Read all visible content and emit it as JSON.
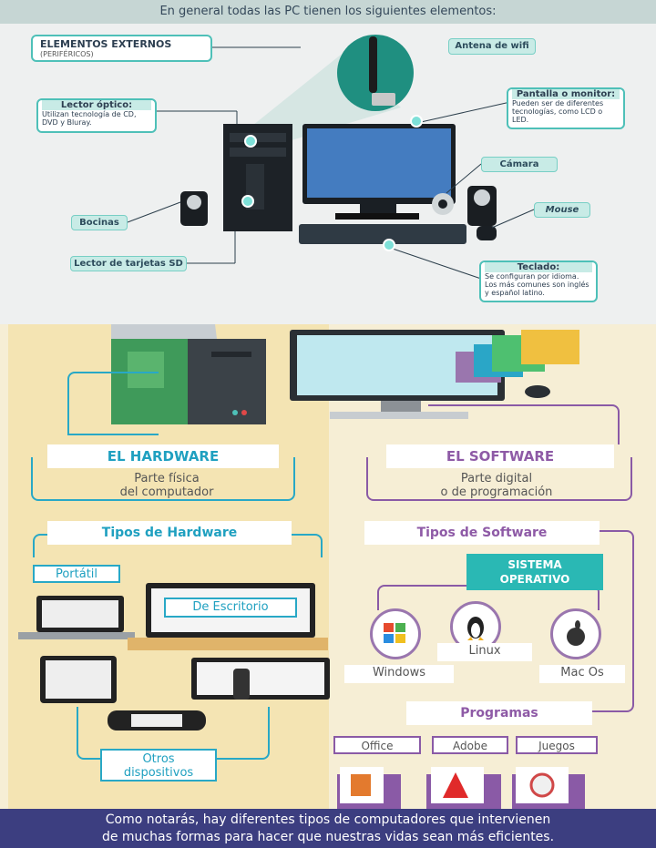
{
  "top": {
    "header": "En general todas las PC tienen los siguientes elementos:",
    "externos_title": "ELEMENTOS EXTERNOS",
    "externos_sub": "(PERIFÉRICOS)",
    "antena": "Antena de wifi",
    "lector_optico_title": "Lector óptico:",
    "lector_optico_text": "Utilizan tecnología de CD, DVD y Bluray.",
    "pantalla_title": "Pantalla o monitor:",
    "pantalla_text": "Pueden ser de diferentes tecnologías, como LCD o LED.",
    "camara": "Cámara",
    "bocinas": "Bocinas",
    "mouse": "Mouse",
    "lector_sd": "Lector de tarjetas SD",
    "teclado_title": "Teclado:",
    "teclado_text": "Se configuran por idioma. Los más comunes son inglés y español latino."
  },
  "hardware": {
    "title": "EL HARDWARE",
    "subtitle_1": "Parte física",
    "subtitle_2": "del computador",
    "tipos": "Tipos de Hardware",
    "portatil": "Portátil",
    "escritorio": "De Escritorio",
    "otros_1": "Otros",
    "otros_2": "dispositivos"
  },
  "software": {
    "title": "EL SOFTWARE",
    "subtitle_1": "Parte digital",
    "subtitle_2": "o de programación",
    "tipos": "Tipos de Software",
    "so_1": "SISTEMA",
    "so_2": "OPERATIVO",
    "windows": "Windows",
    "linux": "Linux",
    "macos": "Mac Os",
    "programas": "Programas",
    "office": "Office",
    "adobe": "Adobe",
    "juegos": "Juegos"
  },
  "footer": {
    "line_1": "Como notarás, hay diferentes tipos de computadores que intervienen",
    "line_2": "de muchas formas para hacer que nuestras vidas sean más eficientes."
  },
  "colors": {
    "teal": "#4ec0b8",
    "cyan": "#1fa0c0",
    "purple": "#8e5aa6",
    "footer": "#3c3e80"
  }
}
